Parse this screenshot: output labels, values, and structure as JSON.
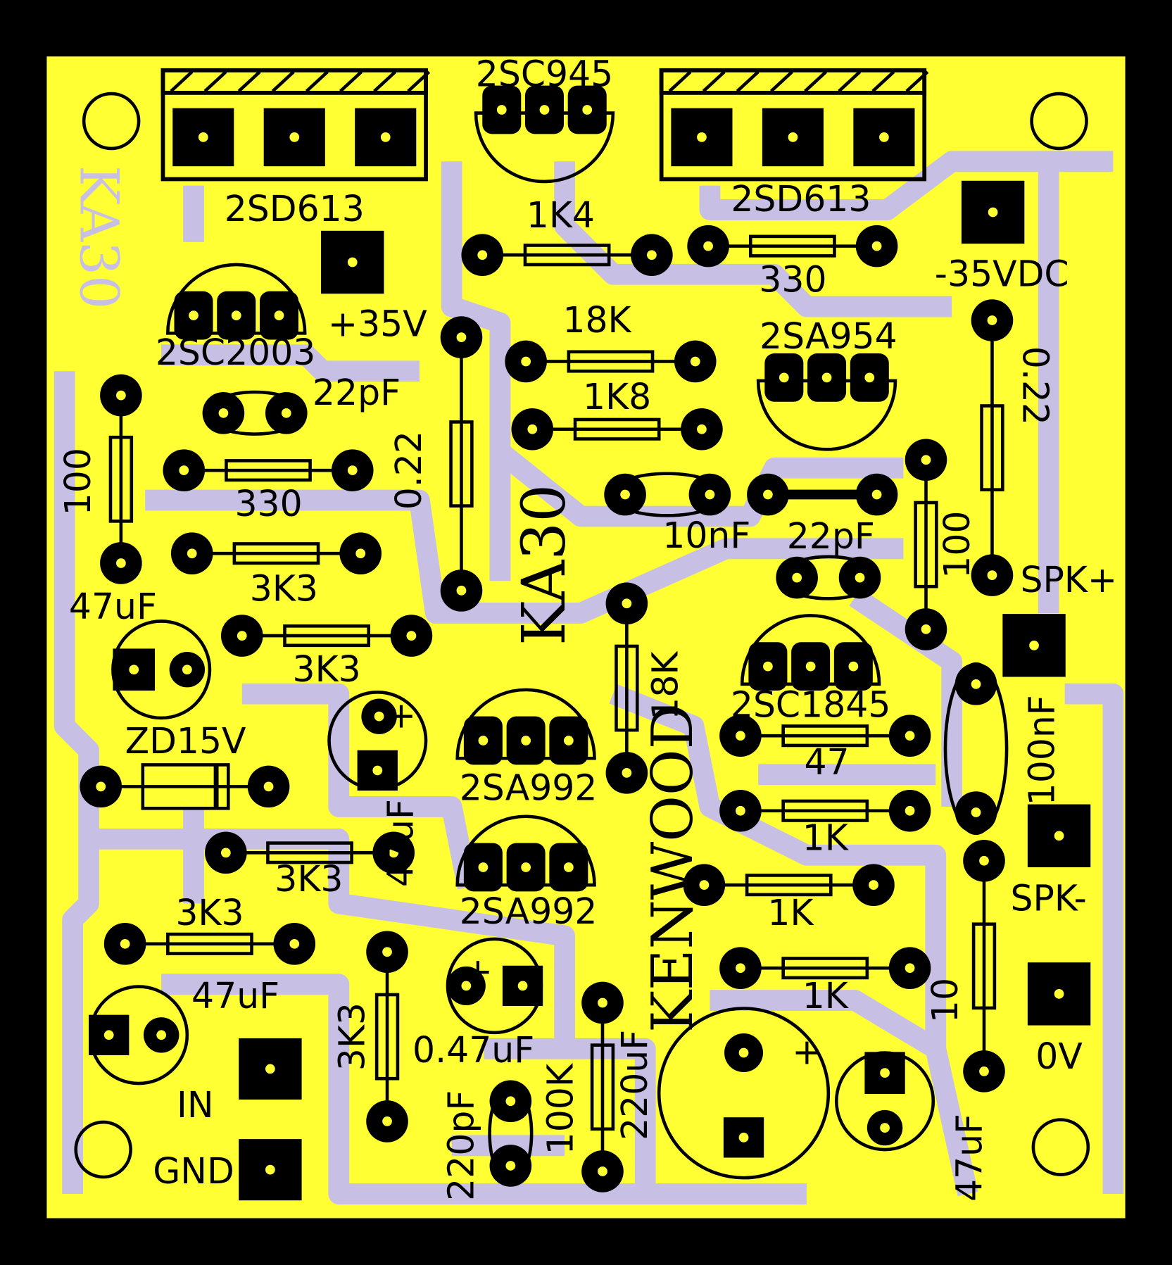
{
  "board": {
    "title_text": "KA30",
    "brand_text": "KENWOOD",
    "mirrored_text": "KA30",
    "colors": {
      "background": "#000000",
      "copper": "#ffff33",
      "substrate": "#c8c0e4",
      "ink": "#000000"
    }
  },
  "labels": [
    "2SD613",
    "2SD613",
    "2SC945",
    "1K4",
    "330",
    "-35VDC",
    "2SC2003",
    "+35V",
    "18K",
    "1K8",
    "2SA954",
    "0.22",
    "0.22",
    "100",
    "22pF",
    "330",
    "3K3",
    "3K3",
    "47uF",
    "10nF",
    "100",
    "22pF",
    "2SC1845",
    "SPK+",
    "18K",
    "2SA992",
    "2SA992",
    "47uF",
    "ZD15V",
    "3K3",
    "3K3",
    "47uF",
    "IN",
    "GND",
    "100nF",
    "SPK-",
    "0V",
    "47",
    "1K",
    "1K",
    "1K",
    "10",
    "47uF",
    "220uF",
    "100K",
    "0.47uF",
    "3K3",
    "220pF"
  ]
}
